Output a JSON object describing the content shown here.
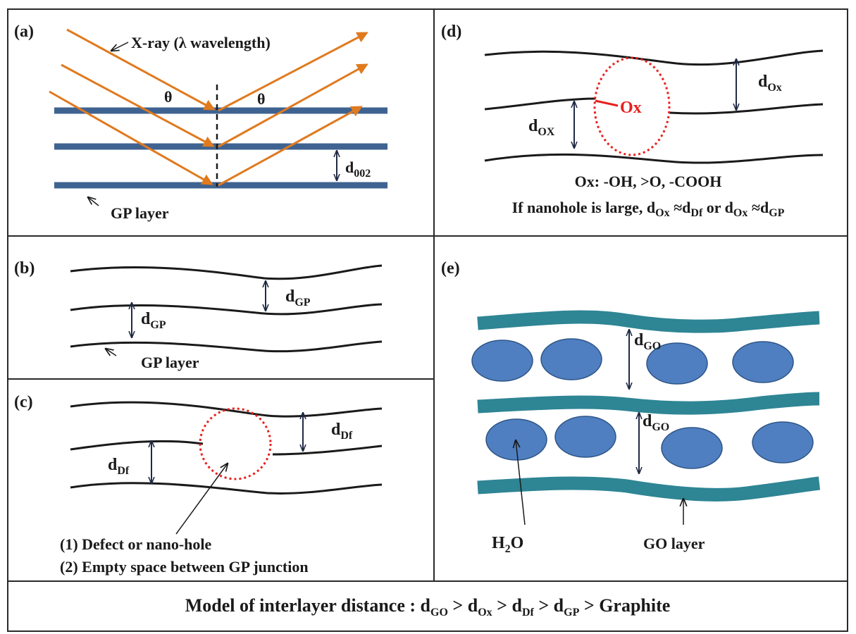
{
  "panels": {
    "a": {
      "label": "(a)",
      "xray_label": "X-ray (λ wavelength)",
      "theta_left": "θ",
      "theta_right": "θ",
      "spacing_main": "d",
      "spacing_sub": "002",
      "layer_label": "GP layer"
    },
    "b": {
      "label": "(b)",
      "spacing1_main": "d",
      "spacing1_sub": "GP",
      "spacing2_main": "d",
      "spacing2_sub": "GP",
      "layer_label": "GP layer"
    },
    "c": {
      "label": "(c)",
      "spacing1_main": "d",
      "spacing1_sub": "Df",
      "spacing2_main": "d",
      "spacing2_sub": "Df",
      "note_line1": "(1) Defect or nano-hole",
      "note_line2": "(2) Empty space between GP junction"
    },
    "d": {
      "label": "(d)",
      "spacing1_main": "d",
      "spacing1_sub": "OX",
      "spacing2_main": "d",
      "spacing2_sub": "Ox",
      "ox_label": "Ox",
      "groups_label": "Ox: -OH, >O, -COOH",
      "cond_prefix": "If nanohole is large, ",
      "cond_d1": "d",
      "cond_d1_sub": "Ox",
      "cond_approx1": " ≈d",
      "cond_sub2": "Df",
      "cond_or": " or ",
      "cond_d3": "d",
      "cond_d3_sub": "Ox",
      "cond_approx2": " ≈d",
      "cond_sub4": "GP"
    },
    "e": {
      "label": "(e)",
      "spacing1_main": "d",
      "spacing1_sub": "GO",
      "spacing2_main": "d",
      "spacing2_sub": "GO",
      "water_main": "H",
      "water_sub": "2",
      "water_end": "O",
      "layer_label": "GO layer"
    }
  },
  "footer": {
    "prefix": "Model of interlayer distance : ",
    "d1": "d",
    "s1": "GO",
    "g1": " > ",
    "d2": "d",
    "s2": "Ox",
    "g2": " > ",
    "d3": "d",
    "s3": "Df",
    "g3": " > ",
    "d4": "d",
    "s4": "GP",
    "g4": " > ",
    "end": "Graphite"
  },
  "colors": {
    "border": "#2a2a2a",
    "gp_layer_blue": "#3f6391",
    "xray_orange": "#e07a1f",
    "defect_red": "#e8201c",
    "go_layer_teal": "#2e8594",
    "water_blue": "#4f7fc0",
    "water_outline": "#2e5587"
  },
  "icons": {
    "arrowhead": "triangle",
    "double_arrow": "double-headed-arrow",
    "pointer": "thin-arrow"
  }
}
